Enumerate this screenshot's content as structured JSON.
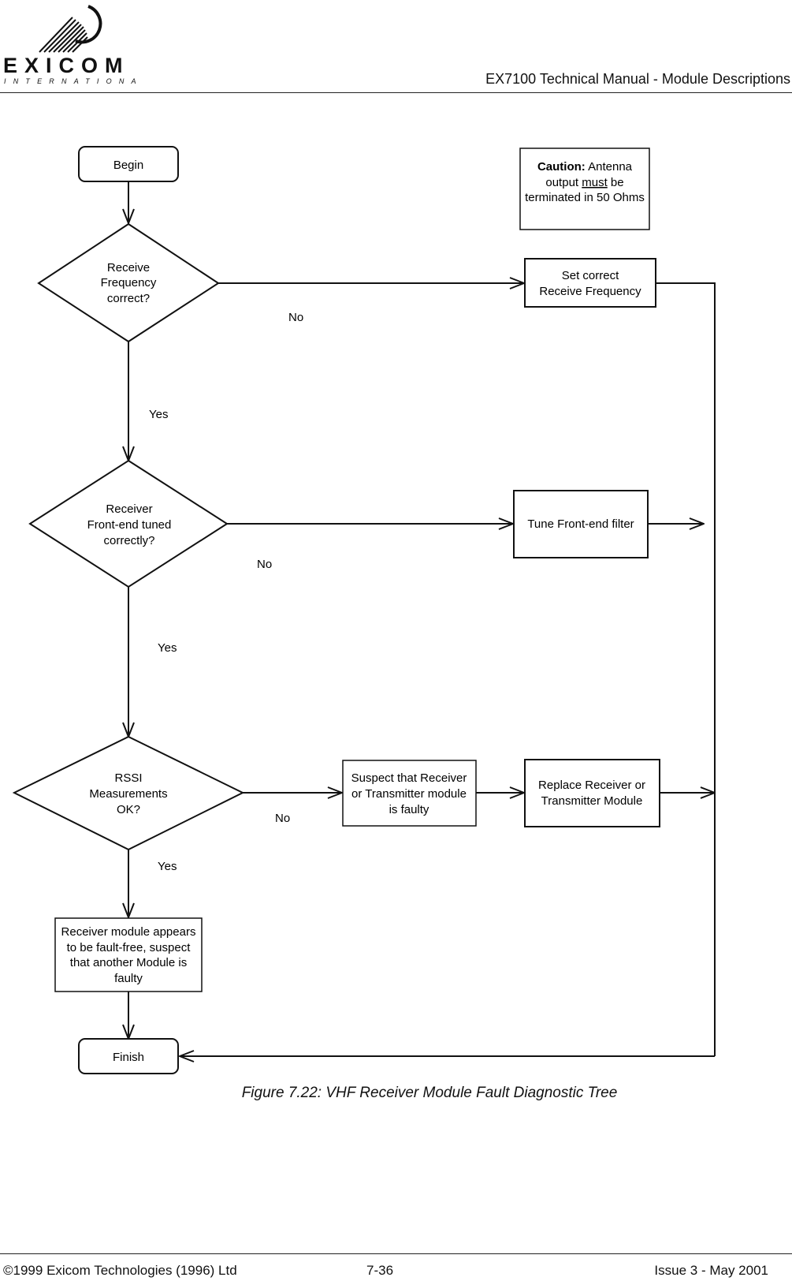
{
  "header": {
    "logo_text": "EXICOM",
    "logo_sub": "INTERNATIONAL",
    "title": "EX7100 Technical Manual - Module Descriptions"
  },
  "flowchart": {
    "nodes": {
      "begin": "Begin",
      "finish": "Finish",
      "caution_label": "Caution:",
      "caution_line1_rest": " Antenna",
      "caution_line2_pre": "output ",
      "caution_line2_em": "must",
      "caution_line2_post": " be",
      "caution_line3": "terminated in 50 Ohms",
      "decision1": [
        "Receive",
        "Frequency",
        "correct?"
      ],
      "decision2": [
        "Receiver",
        "Front-end tuned",
        "correctly?"
      ],
      "decision3": [
        "RSSI",
        "Measurements",
        "OK?"
      ],
      "set_freq": [
        "Set correct",
        "Receive Frequency"
      ],
      "tune_filter": [
        "Tune Front-end filter"
      ],
      "suspect": [
        "Suspect that Receiver",
        "or Transmitter module",
        "is faulty"
      ],
      "replace": [
        "Replace Receiver or",
        "Transmitter Module"
      ],
      "fault_free": [
        "Receiver module appears",
        "to be fault-free, suspect",
        "that another Module is",
        "faulty"
      ]
    },
    "edge_labels": {
      "no1": "No",
      "yes1": "Yes",
      "no2": "No",
      "yes2": "Yes",
      "no3": "No",
      "yes3": "Yes"
    }
  },
  "caption": "Figure 7.22: VHF Receiver Module Fault Diagnostic Tree",
  "footer": {
    "copyright": "©1999 Exicom Technologies (1996) Ltd",
    "page_number": "7-36",
    "issue": "Issue 3 - May 2001"
  }
}
